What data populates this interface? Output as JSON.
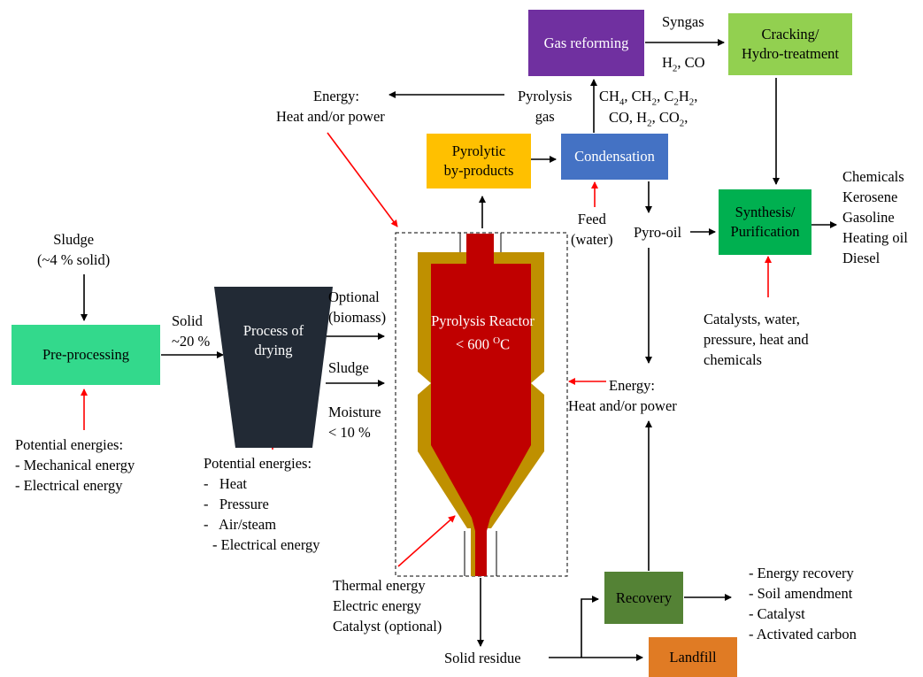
{
  "nodes": {
    "gas_reforming": "Gas reforming",
    "cracking": [
      "Cracking/",
      "Hydro-treatment"
    ],
    "pyrolytic_byproducts": [
      "Pyrolytic",
      "by-products"
    ],
    "condensation": "Condensation",
    "synthesis": [
      "Synthesis/",
      "Purification"
    ],
    "pre_processing": "Pre-processing",
    "drying": [
      "Process of",
      "drying"
    ],
    "reactor": [
      "Pyrolysis Reactor",
      "< 600 ",
      "O",
      "C"
    ],
    "recovery": "Recovery",
    "landfill": "Landfill"
  },
  "labels": {
    "syngas": "Syngas",
    "syngas_comp": [
      "H",
      "2",
      ", CO"
    ],
    "energy_top": [
      "Energy:",
      "Heat and/or power"
    ],
    "pyrolysis_gas": [
      "Pyrolysis",
      "gas"
    ],
    "gas_comp_line1": [
      "CH",
      "4",
      ", CH",
      "2",
      ", C",
      "2",
      "H",
      "2",
      ","
    ],
    "gas_comp_line2": [
      "CO, H",
      "2",
      ", CO",
      "2",
      ","
    ],
    "feed_water": [
      "Feed",
      "(water)"
    ],
    "pyro_oil": "Pyro-oil",
    "products": [
      "Chemicals",
      "Kerosene",
      "Gasoline",
      "Heating oil",
      "Diesel"
    ],
    "sludge_input": [
      "Sludge",
      "(~4 % solid)"
    ],
    "solid": [
      "Solid",
      "~20 %"
    ],
    "optional_biomass": [
      "Optional",
      "(biomass)"
    ],
    "sludge": "Sludge",
    "moisture": [
      "Moisture",
      "< 10 %"
    ],
    "energy_right": [
      "Energy:",
      "Heat and/or power"
    ],
    "catalysts": [
      "Catalysts, water,",
      "pressure, heat and",
      "chemicals"
    ],
    "pre_energies": [
      "Potential energies:",
      "- Mechanical energy",
      "- Electrical energy"
    ],
    "dry_energies": [
      "Potential energies:",
      "-   Heat",
      "-   Pressure",
      "-   Air/steam",
      "- Electrical energy"
    ],
    "reactor_inputs": [
      "Thermal energy",
      "Electric energy",
      "Catalyst (optional)"
    ],
    "solid_residue": "Solid residue",
    "recovery_uses": [
      "- Energy recovery",
      "- Soil amendment",
      "- Catalyst",
      "- Activated carbon"
    ]
  },
  "colors": {
    "gas_reforming": "#7030a0",
    "cracking": "#92d050",
    "byproducts": "#ffc000",
    "condensation": "#4472c4",
    "synthesis": "#00b050",
    "pre_processing": "#33d98c",
    "drying": "#222a35",
    "reactor_core": "#c00000",
    "reactor_shell": "#bf9000",
    "recovery": "#548235",
    "landfill": "#e07b24",
    "red_arrow": "#ff0000"
  }
}
